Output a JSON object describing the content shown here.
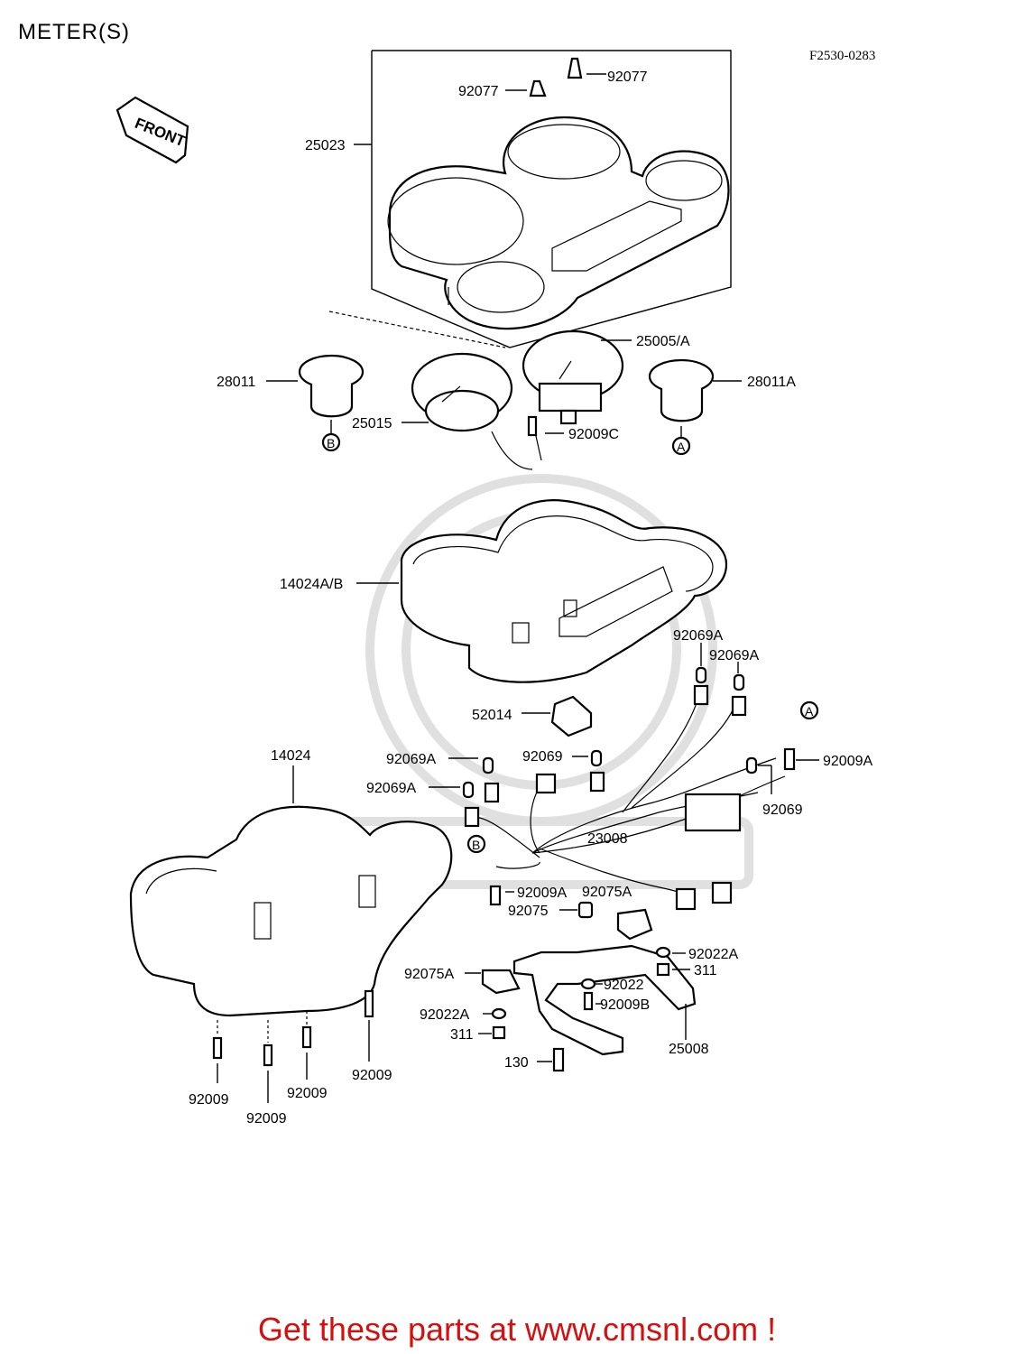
{
  "header": {
    "title": "METER(S)",
    "diagram_code": "F2530-0283"
  },
  "front_arrow": {
    "label": "FRONT"
  },
  "callouts": {
    "p92077_top": "92077",
    "p92077_left": "92077",
    "p25023": "25023",
    "p25005A": "25005/A",
    "p28011": "28011",
    "p28011A": "28011A",
    "p25015": "25015",
    "p92009C": "92009C",
    "marker_B_top": "B",
    "marker_A_top": "A",
    "p14024AB": "14024A/B",
    "p92069A_1": "92069A",
    "p92069A_2": "92069A",
    "p52014": "52014",
    "marker_A_harness": "A",
    "p92009A_right": "92009A",
    "p14024": "14024",
    "p92069A_3": "92069A",
    "p92069_mid": "92069",
    "p92069A_4": "92069A",
    "p92069_right": "92069",
    "p23008": "23008",
    "marker_B_harness": "B",
    "p92009A_mid": "92009A",
    "p92075A_top": "92075A",
    "p92075": "92075",
    "p92022A_right": "92022A",
    "p311_right": "311",
    "p92075A_left": "92075A",
    "p92022": "92022",
    "p92009B": "92009B",
    "p92022A_left": "92022A",
    "p311_left": "311",
    "p25008": "25008",
    "p130": "130",
    "p92009_a": "92009",
    "p92009_b": "92009",
    "p92009_c": "92009",
    "p92009_d": "92009"
  },
  "footer": {
    "text": "Get these parts at www.cmsnl.com !",
    "color": "#d21010"
  }
}
